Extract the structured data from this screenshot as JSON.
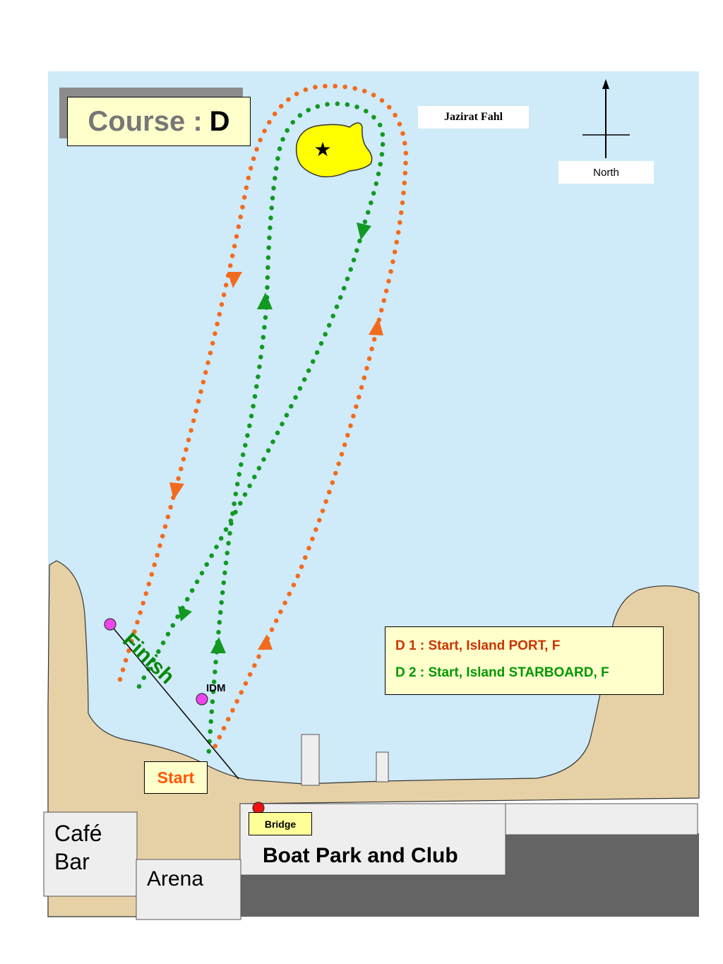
{
  "title": {
    "prefix": "Course : ",
    "letter": "D"
  },
  "island": {
    "name": "Jazirat Fahl"
  },
  "compass": {
    "label": "North"
  },
  "legend": {
    "d1": "D 1 : Start, Island PORT, F",
    "d2": "D 2 : Start, Island STARBOARD, F"
  },
  "labels": {
    "finish": "Finish",
    "idm": "IDM",
    "start": "Start",
    "bridge": "Bridge",
    "cafe_line1": "Café",
    "cafe_line2": "Bar",
    "arena": "Arena",
    "club": "Boat Park and Club"
  },
  "colors": {
    "water": "#cfeaf9",
    "land": "#e6d1a6",
    "island": "#ffff00",
    "route_d1": "#f26b1d",
    "route_d2": "#119922",
    "mark": "#ee44ee",
    "bridge_mark": "#ee1111",
    "building": "#eeeeee",
    "road": "#646464"
  },
  "icons": [
    "star-icon",
    "north-arrow-icon",
    "direction-arrow-icon"
  ]
}
